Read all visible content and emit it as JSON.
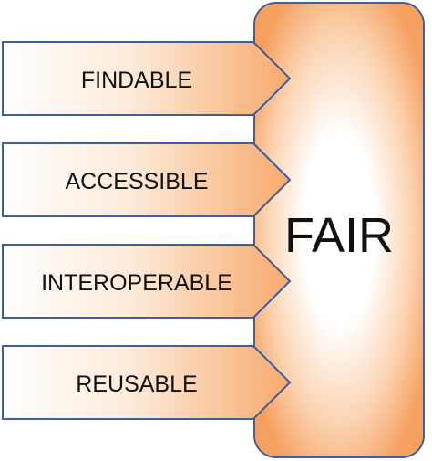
{
  "center": {
    "label": "FAIR"
  },
  "principles": [
    {
      "label": "FINDABLE"
    },
    {
      "label": "ACCESSIBLE"
    },
    {
      "label": "INTEROPERABLE"
    },
    {
      "label": "REUSABLE"
    }
  ],
  "colors": {
    "orange": "#F6A060",
    "outline": "#3E5F9A",
    "text": "#111111",
    "background": "#FFFFFF"
  }
}
